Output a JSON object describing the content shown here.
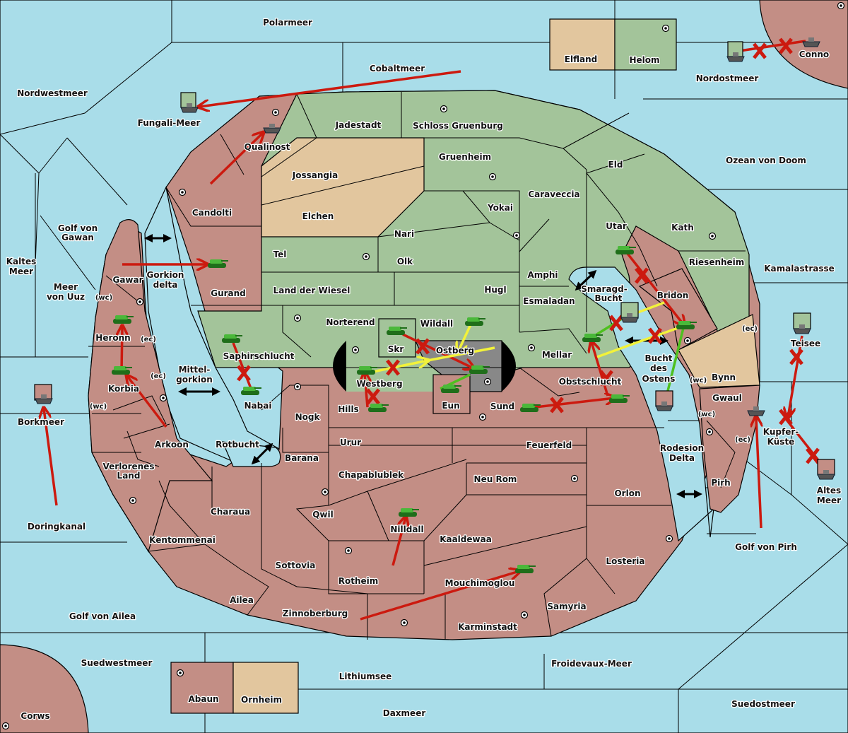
{
  "map": {
    "colors": {
      "sea": "#a9dde9",
      "power_red": "#c38e85",
      "power_green": "#a3c49a",
      "neutral_tan": "#e2c69e",
      "impassable_gray": "#888888",
      "order_move_red": "#cc1a0f",
      "order_support_yellow": "#f2f23a",
      "order_convoy_green": "#4fc01f"
    },
    "sea_labels": [
      {
        "id": "polarmeer",
        "text": "Polarmeer"
      },
      {
        "id": "nordwestmeer",
        "text": "Nordwestmeer"
      },
      {
        "id": "cobaltmeer",
        "text": "Cobaltmeer"
      },
      {
        "id": "fungali-meer",
        "text": "Fungali-Meer"
      },
      {
        "id": "nordostmeer",
        "text": "Nordostmeer"
      },
      {
        "id": "ozean-von-doom",
        "text": "Ozean von Doom"
      },
      {
        "id": "golf-von-gawan-1",
        "text": "Golf von"
      },
      {
        "id": "golf-von-gawan-2",
        "text": "Gawan"
      },
      {
        "id": "kaltes-meer-1",
        "text": "Kaltes"
      },
      {
        "id": "kaltes-meer-2",
        "text": "Meer"
      },
      {
        "id": "meer-von-uuz-1",
        "text": "Meer"
      },
      {
        "id": "meer-von-uuz-2",
        "text": "von Uuz"
      },
      {
        "id": "gorkion-delta-1",
        "text": "Gorkion"
      },
      {
        "id": "gorkion-delta-2",
        "text": "delta"
      },
      {
        "id": "mittelgorkion-1",
        "text": "Mittel-"
      },
      {
        "id": "mittelgorkion-2",
        "text": "gorkion"
      },
      {
        "id": "borkmeer",
        "text": "Borkmeer"
      },
      {
        "id": "rotbucht",
        "text": "Rotbucht"
      },
      {
        "id": "doringkanal",
        "text": "Doringkanal"
      },
      {
        "id": "golf-von-ailea",
        "text": "Golf von Ailea"
      },
      {
        "id": "suedwestmeer",
        "text": "Suedwestmeer"
      },
      {
        "id": "lithiumsee",
        "text": "Lithiumsee"
      },
      {
        "id": "daxmeer",
        "text": "Daxmeer"
      },
      {
        "id": "froidevaux-meer",
        "text": "Froidevaux-Meer"
      },
      {
        "id": "suedostmeer",
        "text": "Suedostmeer"
      },
      {
        "id": "kamalastrasse",
        "text": "Kamalastrasse"
      },
      {
        "id": "smaragd-bucht-1",
        "text": "Smaragd-"
      },
      {
        "id": "smaragd-bucht-2",
        "text": "Bucht"
      },
      {
        "id": "bucht-des-ostens-1",
        "text": "Bucht"
      },
      {
        "id": "bucht-des-ostens-2",
        "text": "des"
      },
      {
        "id": "bucht-des-ostens-3",
        "text": "Ostens"
      },
      {
        "id": "rodesion-delta-1",
        "text": "Rodesion"
      },
      {
        "id": "rodesion-delta-2",
        "text": "Delta"
      },
      {
        "id": "golf-von-pirh",
        "text": "Golf von Pirh"
      },
      {
        "id": "teisee",
        "text": "Teisee"
      },
      {
        "id": "kupfer-kueste-1",
        "text": "Kupfer-"
      },
      {
        "id": "kupfer-kueste-2",
        "text": "Küste"
      },
      {
        "id": "altes-meer-1",
        "text": "Altes"
      },
      {
        "id": "altes-meer-2",
        "text": "Meer"
      }
    ],
    "land_labels": [
      {
        "id": "elfland",
        "text": "Elfland"
      },
      {
        "id": "helom",
        "text": "Helom"
      },
      {
        "id": "conno",
        "text": "Conno"
      },
      {
        "id": "jadestadt",
        "text": "Jadestadt"
      },
      {
        "id": "schloss-gruenburg",
        "text": "Schloss Gruenburg"
      },
      {
        "id": "qualinost",
        "text": "Qualinost"
      },
      {
        "id": "jossangia",
        "text": "Jossangia"
      },
      {
        "id": "gruenheim",
        "text": "Gruenheim"
      },
      {
        "id": "eld",
        "text": "Eld"
      },
      {
        "id": "caraveccia",
        "text": "Caraveccia"
      },
      {
        "id": "yokai",
        "text": "Yokai"
      },
      {
        "id": "candolti",
        "text": "Candolti"
      },
      {
        "id": "elchen",
        "text": "Elchen"
      },
      {
        "id": "nari",
        "text": "Nari"
      },
      {
        "id": "utar",
        "text": "Utar"
      },
      {
        "id": "kath",
        "text": "Kath"
      },
      {
        "id": "tel",
        "text": "Tel"
      },
      {
        "id": "olk",
        "text": "Olk"
      },
      {
        "id": "riesenheim",
        "text": "Riesenheim"
      },
      {
        "id": "amphi",
        "text": "Amphi"
      },
      {
        "id": "gawar",
        "text": "Gawar"
      },
      {
        "id": "land-der-wiesel",
        "text": "Land der Wiesel"
      },
      {
        "id": "hugl",
        "text": "Hugl"
      },
      {
        "id": "gurand",
        "text": "Gurand"
      },
      {
        "id": "bridon",
        "text": "Bridon"
      },
      {
        "id": "esmaladan",
        "text": "Esmaladan"
      },
      {
        "id": "norterend",
        "text": "Norterend"
      },
      {
        "id": "wildall",
        "text": "Wildall"
      },
      {
        "id": "heronn",
        "text": "Heronn"
      },
      {
        "id": "skr",
        "text": "Skr"
      },
      {
        "id": "ostberg",
        "text": "Ostberg"
      },
      {
        "id": "mellar",
        "text": "Mellar"
      },
      {
        "id": "saphirschlucht",
        "text": "Saphirschlucht"
      },
      {
        "id": "korbia",
        "text": "Korbia"
      },
      {
        "id": "westberg",
        "text": "Westberg"
      },
      {
        "id": "obstschlucht",
        "text": "Obstschlucht"
      },
      {
        "id": "bynn",
        "text": "Bynn"
      },
      {
        "id": "nabai",
        "text": "Nabai"
      },
      {
        "id": "hills",
        "text": "Hills"
      },
      {
        "id": "eun",
        "text": "Eun"
      },
      {
        "id": "sund",
        "text": "Sund"
      },
      {
        "id": "gwaul",
        "text": "Gwaul"
      },
      {
        "id": "nogk",
        "text": "Nogk"
      },
      {
        "id": "urur",
        "text": "Urur"
      },
      {
        "id": "feuerfeld",
        "text": "Feuerfeld"
      },
      {
        "id": "arkoon",
        "text": "Arkoon"
      },
      {
        "id": "barana",
        "text": "Barana"
      },
      {
        "id": "verlorenes-land-1",
        "text": "Verlorenes"
      },
      {
        "id": "verlorenes-land-2",
        "text": "Land"
      },
      {
        "id": "chapablublek",
        "text": "Chapablublek"
      },
      {
        "id": "neu-rom",
        "text": "Neu Rom"
      },
      {
        "id": "pirh",
        "text": "Pirh"
      },
      {
        "id": "orlon",
        "text": "Orlon"
      },
      {
        "id": "charaua",
        "text": "Charaua"
      },
      {
        "id": "qwil",
        "text": "Qwil"
      },
      {
        "id": "nilldall",
        "text": "Nilldall"
      },
      {
        "id": "kentommenai",
        "text": "Kentommenai"
      },
      {
        "id": "kaaldewaa",
        "text": "Kaaldewaa"
      },
      {
        "id": "losteria",
        "text": "Losteria"
      },
      {
        "id": "sottovia",
        "text": "Sottovia"
      },
      {
        "id": "rotheim",
        "text": "Rotheim"
      },
      {
        "id": "mouchimoglou",
        "text": "Mouchimoglou"
      },
      {
        "id": "ailea",
        "text": "Ailea"
      },
      {
        "id": "samyria",
        "text": "Samyria"
      },
      {
        "id": "zinnoberburg",
        "text": "Zinnoberburg"
      },
      {
        "id": "karminstadt",
        "text": "Karminstadt"
      },
      {
        "id": "abaun",
        "text": "Abaun"
      },
      {
        "id": "ornheim",
        "text": "Ornheim"
      },
      {
        "id": "corws",
        "text": "Corws"
      }
    ],
    "coast_labels": {
      "wc": "(wc)",
      "ec": "(ec)"
    }
  }
}
